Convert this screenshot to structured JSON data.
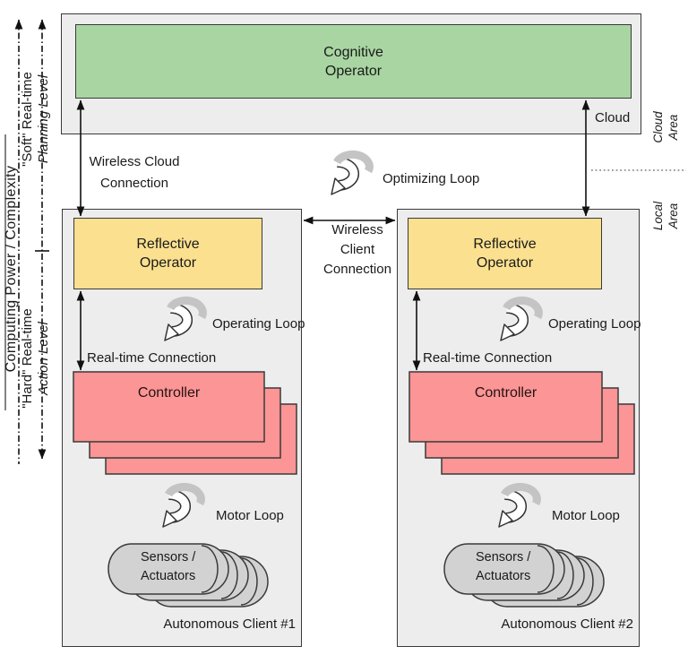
{
  "axis": {
    "computing": "Computing Power / Complexity",
    "soft": "\"Soft\" Real-time",
    "planning": "Planning Level",
    "hard": "\"Hard\" Real-time",
    "action": "Action Level"
  },
  "cloud": {
    "operator": "Cognitive\nOperator",
    "label": "Cloud"
  },
  "areas": {
    "cloud": "Cloud\nArea",
    "local": "Local\nArea"
  },
  "connections": {
    "wireless_cloud": "Wireless Cloud\nConnection",
    "optimizing": "Optimizing Loop",
    "wireless_client": "Wireless\nClient\nConnection"
  },
  "clients": [
    {
      "reflective": "Reflective\nOperator",
      "operating": "Operating Loop",
      "realtime": "Real-time Connection",
      "controller": "Controller",
      "motor": "Motor Loop",
      "sensors": "Sensors /\nActuators",
      "name": "Autonomous Client #1"
    },
    {
      "reflective": "Reflective\nOperator",
      "operating": "Operating Loop",
      "realtime": "Real-time Connection",
      "controller": "Controller",
      "motor": "Motor Loop",
      "sensors": "Sensors /\nActuators",
      "name": "Autonomous Client #2"
    }
  ],
  "colors": {
    "cognitive": "#a8d5a2",
    "reflective": "#fbe08f",
    "controller": "#fc9595",
    "panel": "#ededed",
    "cylinder": "#d2d2d2",
    "border": "#3a3a3a"
  }
}
